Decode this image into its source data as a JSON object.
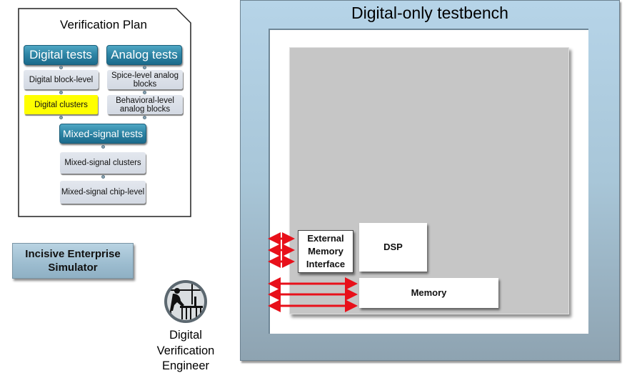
{
  "verification_plan": {
    "title": "Verification Plan",
    "digital_header": "Digital tests",
    "analog_header": "Analog tests",
    "digital_items": [
      "Digital block-level",
      "Digital clusters"
    ],
    "analog_items": [
      "Spice-level analog blocks",
      "Behavioral-level analog blocks"
    ],
    "mixed_header": "Mixed-signal tests",
    "mixed_items": [
      "Mixed-signal clusters",
      "Mixed-signal chip-level"
    ],
    "highlight_color": "#ffff00",
    "header_color": "#2f86a6"
  },
  "simulator": {
    "label": "Incisive Enterprise Simulator"
  },
  "engineer": {
    "label_lines": [
      "Digital",
      "Verification",
      "Engineer"
    ],
    "icon": "engineer-at-desk-icon"
  },
  "testbench": {
    "title": "Digital-only testbench",
    "blocks": {
      "emi_lines": [
        "External",
        "Memory",
        "Interface"
      ],
      "dsp": "DSP",
      "memory": "Memory"
    },
    "arrow_color": "#e8101a",
    "frame_color": "#b6d4e8"
  }
}
